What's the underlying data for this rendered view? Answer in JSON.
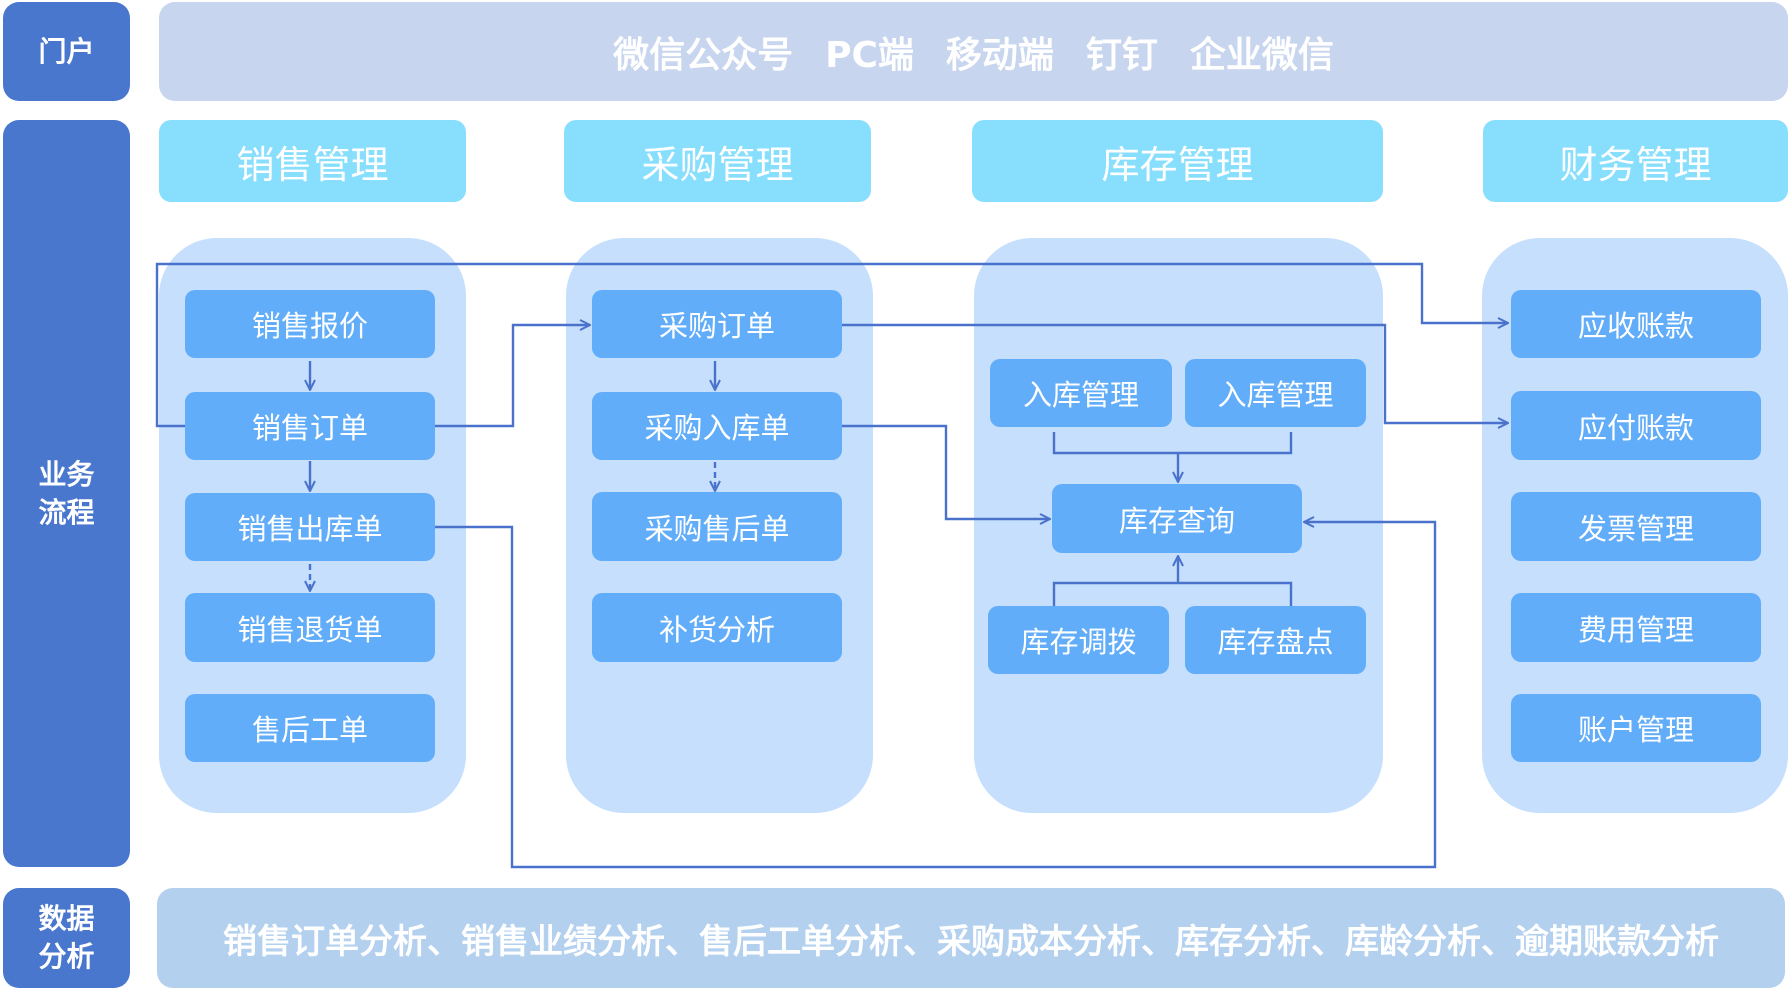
{
  "labels": {
    "portal": "门户",
    "business_process": "业务\n流程",
    "data_analysis": "数据\n分析"
  },
  "portal_bar": {
    "channels": [
      "微信公众号",
      "PC端",
      "移动端",
      "钉钉",
      "企业微信"
    ]
  },
  "modules": [
    {
      "key": "sales",
      "title": "销售管理",
      "items": [
        "销售报价",
        "销售订单",
        "销售出库单",
        "销售退货单",
        "售后工单"
      ]
    },
    {
      "key": "purchase",
      "title": "采购管理",
      "items": [
        "采购订单",
        "采购入库单",
        "采购售后单",
        "补货分析"
      ]
    },
    {
      "key": "inventory",
      "title": "库存管理",
      "items": [
        "入库管理",
        "入库管理",
        "库存查询",
        "库存调拨",
        "库存盘点"
      ]
    },
    {
      "key": "finance",
      "title": "财务管理",
      "items": [
        "应收账款",
        "应付账款",
        "发票管理",
        "费用管理",
        "账户管理"
      ]
    }
  ],
  "analysis_bar": {
    "items": [
      "销售订单分析",
      "销售业绩分析",
      "售后工单分析",
      "采购成本分析",
      "库存分析",
      "库龄分析",
      "逾期账款分析"
    ],
    "separator": "、"
  },
  "flows": [
    {
      "from": "销售报价",
      "to": "销售订单",
      "style": "solid"
    },
    {
      "from": "销售订单",
      "to": "销售出库单",
      "style": "solid"
    },
    {
      "from": "销售出库单",
      "to": "销售退货单",
      "style": "dashed"
    },
    {
      "from": "销售订单",
      "to": "采购订单",
      "style": "solid"
    },
    {
      "from": "销售订单",
      "to": "应收账款",
      "style": "solid"
    },
    {
      "from": "采购订单",
      "to": "采购入库单",
      "style": "solid"
    },
    {
      "from": "采购入库单",
      "to": "采购售后单",
      "style": "dashed"
    },
    {
      "from": "采购订单",
      "to": "应付账款",
      "style": "solid"
    },
    {
      "from": "采购入库单",
      "to": "库存查询",
      "style": "solid"
    },
    {
      "from": "入库管理",
      "to": "库存查询",
      "style": "solid"
    },
    {
      "from": "库存调拨",
      "to": "库存查询",
      "style": "solid"
    },
    {
      "from": "库存盘点",
      "to": "库存查询",
      "style": "solid"
    },
    {
      "from": "销售出库单",
      "to": "库存查询",
      "style": "solid"
    }
  ],
  "colors": {
    "side_label": "#4A77CE",
    "portal_bar": "#C8D5EE",
    "analysis_bar": "#B3D0EF",
    "module_header": "#88DFFD",
    "panel": "#C5DFFC",
    "item": "#62ADF9",
    "connector": "#4A72CC"
  }
}
